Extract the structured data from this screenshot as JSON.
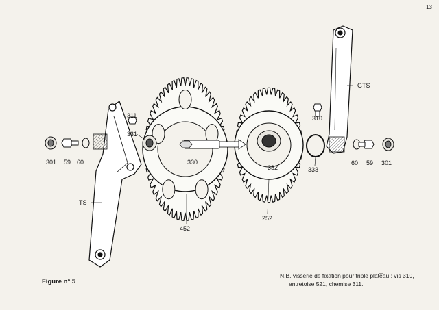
{
  "page_number": "13",
  "caption": "Figure n° 5",
  "note": {
    "line1": "N.B. visserie de fixation pour triple plateau : vis 310,",
    "line2": "entretoise 521, chemise 311."
  },
  "labels": {
    "l301_left": "301",
    "l59_left": "59",
    "l60_left": "60",
    "l311": "311",
    "l331": "331",
    "lTS": "TS",
    "l330": "330",
    "l452": "452",
    "l332": "332",
    "l333": "333",
    "l252": "252",
    "l310": "310",
    "lGTS": "GTS",
    "l60_right": "60",
    "l59_right": "59",
    "l301_right": "301"
  }
}
